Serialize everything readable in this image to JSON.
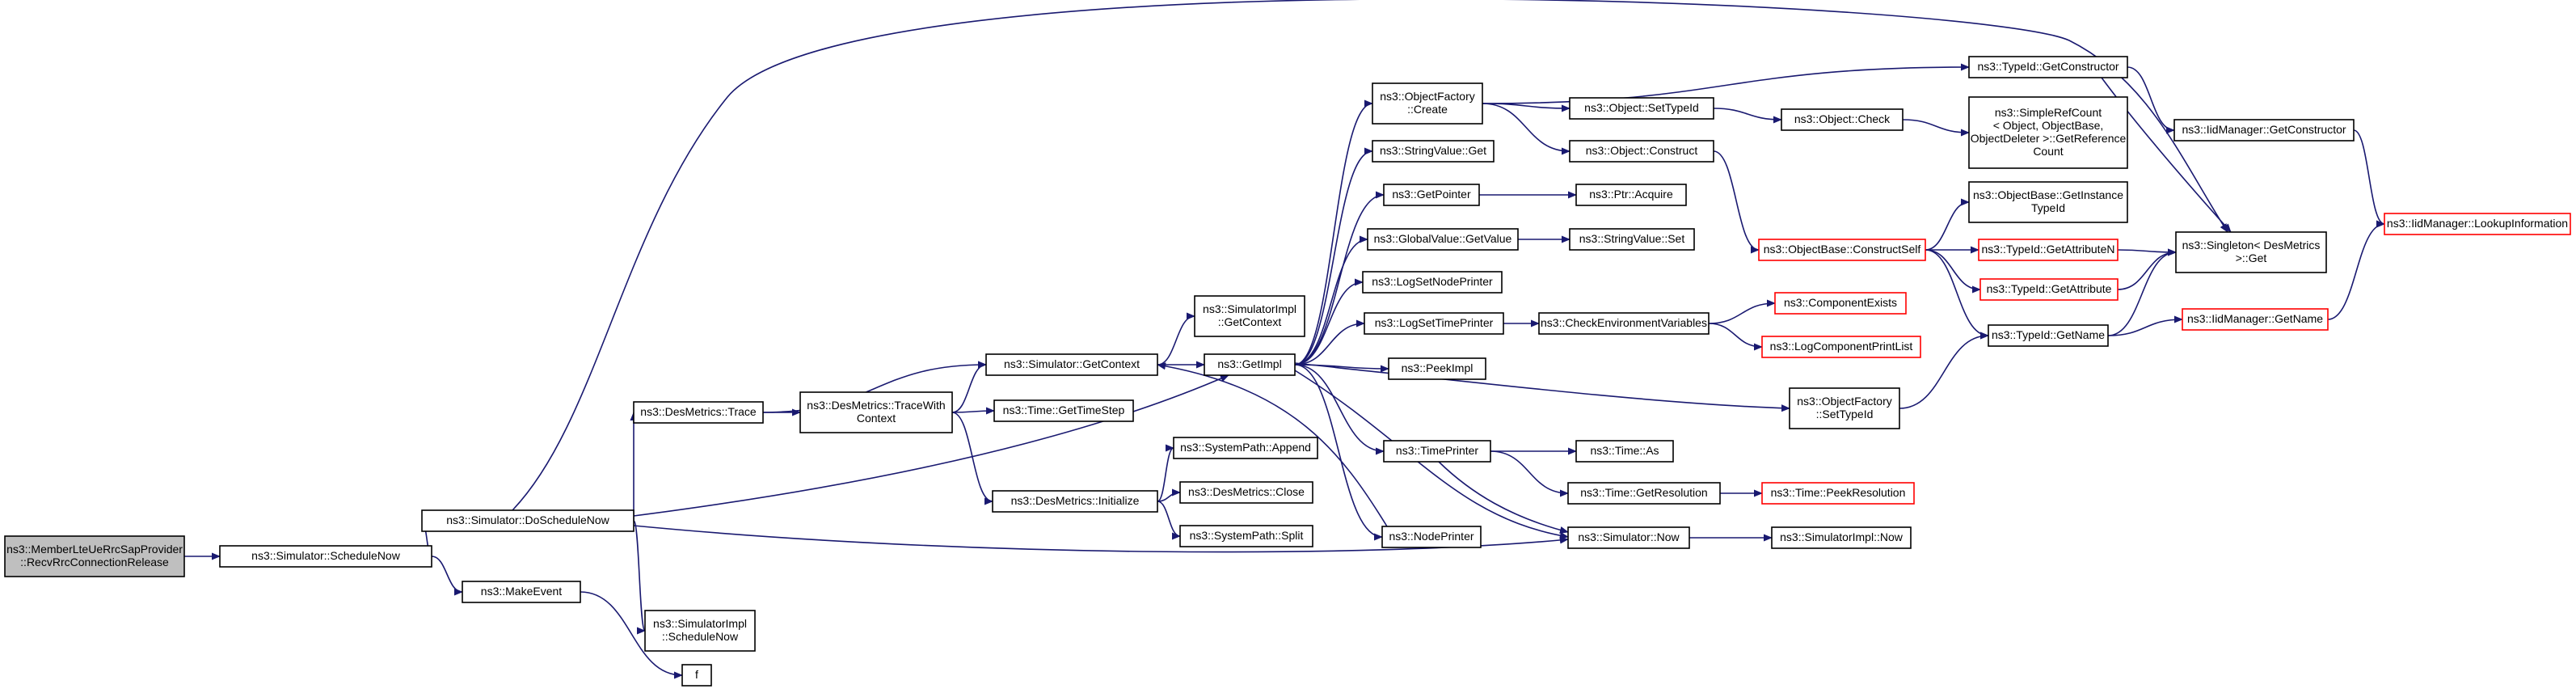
{
  "colors": {
    "edge": "#191970",
    "node_border": "#000000",
    "node_fill": "#ffffff",
    "truncated_border": "#ff0000",
    "root_fill": "#bfbfbf",
    "text": "#000000"
  },
  "nodes": [
    {
      "id": "root",
      "lines": [
        "ns3::MemberLteUeRrcSapProvider",
        "::RecvRrcConnectionRelease"
      ],
      "style": "root"
    },
    {
      "id": "sched_now",
      "lines": [
        "ns3::Simulator::ScheduleNow"
      ],
      "style": "normal"
    },
    {
      "id": "do_sched_now",
      "lines": [
        "ns3::Simulator::DoScheduleNow"
      ],
      "style": "normal"
    },
    {
      "id": "make_event",
      "lines": [
        "ns3::MakeEvent"
      ],
      "style": "normal"
    },
    {
      "id": "f",
      "lines": [
        "f"
      ],
      "style": "normal"
    },
    {
      "id": "des_trace",
      "lines": [
        "ns3::DesMetrics::Trace"
      ],
      "style": "normal"
    },
    {
      "id": "simimpl_sched_now",
      "lines": [
        "ns3::SimulatorImpl",
        "::ScheduleNow"
      ],
      "style": "normal"
    },
    {
      "id": "des_trace_ctx",
      "lines": [
        "ns3::DesMetrics::TraceWith",
        "Context"
      ],
      "style": "normal"
    },
    {
      "id": "sim_get_ctx",
      "lines": [
        "ns3::Simulator::GetContext"
      ],
      "style": "normal"
    },
    {
      "id": "des_init",
      "lines": [
        "ns3::DesMetrics::Initialize"
      ],
      "style": "normal"
    },
    {
      "id": "simimpl_get_ctx",
      "lines": [
        "ns3::SimulatorImpl",
        "::GetContext"
      ],
      "style": "normal"
    },
    {
      "id": "time_get_step",
      "lines": [
        "ns3::Time::GetTimeStep"
      ],
      "style": "normal"
    },
    {
      "id": "sp_append",
      "lines": [
        "ns3::SystemPath::Append"
      ],
      "style": "normal"
    },
    {
      "id": "des_close",
      "lines": [
        "ns3::DesMetrics::Close"
      ],
      "style": "normal"
    },
    {
      "id": "sp_split",
      "lines": [
        "ns3::SystemPath::Split"
      ],
      "style": "normal"
    },
    {
      "id": "get_impl",
      "lines": [
        "ns3::GetImpl"
      ],
      "style": "normal"
    },
    {
      "id": "of_create",
      "lines": [
        "ns3::ObjectFactory",
        "::Create"
      ],
      "style": "normal"
    },
    {
      "id": "sv_get",
      "lines": [
        "ns3::StringValue::Get"
      ],
      "style": "normal"
    },
    {
      "id": "get_pointer",
      "lines": [
        "ns3::GetPointer"
      ],
      "style": "normal"
    },
    {
      "id": "gv_get_value",
      "lines": [
        "ns3::GlobalValue::GetValue"
      ],
      "style": "normal"
    },
    {
      "id": "log_set_node",
      "lines": [
        "ns3::LogSetNodePrinter"
      ],
      "style": "normal"
    },
    {
      "id": "log_set_time",
      "lines": [
        "ns3::LogSetTimePrinter"
      ],
      "style": "normal"
    },
    {
      "id": "peek_impl",
      "lines": [
        "ns3::PeekImpl"
      ],
      "style": "normal"
    },
    {
      "id": "time_printer",
      "lines": [
        "ns3::TimePrinter"
      ],
      "style": "normal"
    },
    {
      "id": "node_printer",
      "lines": [
        "ns3::NodePrinter"
      ],
      "style": "normal"
    },
    {
      "id": "tid_get_ctor",
      "lines": [
        "ns3::TypeId::GetConstructor"
      ],
      "style": "normal"
    },
    {
      "id": "obj_set_tid",
      "lines": [
        "ns3::Object::SetTypeId"
      ],
      "style": "normal"
    },
    {
      "id": "obj_construct",
      "lines": [
        "ns3::Object::Construct"
      ],
      "style": "normal"
    },
    {
      "id": "obj_check",
      "lines": [
        "ns3::Object::Check"
      ],
      "style": "normal"
    },
    {
      "id": "simple_ref",
      "lines": [
        "ns3::SimpleRefCount",
        "< Object, ObjectBase,",
        "ObjectDeleter >::GetReference",
        "Count"
      ],
      "style": "normal"
    },
    {
      "id": "ptr_acquire",
      "lines": [
        "ns3::Ptr::Acquire"
      ],
      "style": "normal"
    },
    {
      "id": "sv_set",
      "lines": [
        "ns3::StringValue::Set"
      ],
      "style": "normal"
    },
    {
      "id": "check_env",
      "lines": [
        "ns3::CheckEnvironmentVariables"
      ],
      "style": "normal"
    },
    {
      "id": "comp_exists",
      "lines": [
        "ns3::ComponentExists"
      ],
      "style": "truncated"
    },
    {
      "id": "log_comp_print",
      "lines": [
        "ns3::LogComponentPrintList"
      ],
      "style": "truncated"
    },
    {
      "id": "ob_construct_self",
      "lines": [
        "ns3::ObjectBase::ConstructSelf"
      ],
      "style": "truncated"
    },
    {
      "id": "ob_get_inst_tid",
      "lines": [
        "ns3::ObjectBase::GetInstance",
        "TypeId"
      ],
      "style": "normal"
    },
    {
      "id": "tid_get_attr_n",
      "lines": [
        "ns3::TypeId::GetAttributeN"
      ],
      "style": "truncated"
    },
    {
      "id": "tid_get_attr",
      "lines": [
        "ns3::TypeId::GetAttribute"
      ],
      "style": "truncated"
    },
    {
      "id": "tid_get_name",
      "lines": [
        "ns3::TypeId::GetName"
      ],
      "style": "normal"
    },
    {
      "id": "of_set_tid",
      "lines": [
        "ns3::ObjectFactory",
        "::SetTypeId"
      ],
      "style": "normal"
    },
    {
      "id": "time_as",
      "lines": [
        "ns3::Time::As"
      ],
      "style": "normal"
    },
    {
      "id": "time_get_res",
      "lines": [
        "ns3::Time::GetResolution"
      ],
      "style": "normal"
    },
    {
      "id": "time_peek_res",
      "lines": [
        "ns3::Time::PeekResolution"
      ],
      "style": "truncated"
    },
    {
      "id": "sim_now",
      "lines": [
        "ns3::Simulator::Now"
      ],
      "style": "normal"
    },
    {
      "id": "simimpl_now",
      "lines": [
        "ns3::SimulatorImpl::Now"
      ],
      "style": "normal"
    },
    {
      "id": "iid_get_ctor",
      "lines": [
        "ns3::IidManager::GetConstructor"
      ],
      "style": "normal"
    },
    {
      "id": "singleton_get",
      "lines": [
        "ns3::Singleton< DesMetrics",
        ">::Get"
      ],
      "style": "normal"
    },
    {
      "id": "iid_get_name",
      "lines": [
        "ns3::IidManager::GetName"
      ],
      "style": "truncated"
    },
    {
      "id": "iid_lookup",
      "lines": [
        "ns3::IidManager::LookupInformation"
      ],
      "style": "truncated"
    }
  ],
  "edges": [
    [
      "root",
      "sched_now"
    ],
    [
      "sched_now",
      "do_sched_now"
    ],
    [
      "sched_now",
      "make_event"
    ],
    [
      "make_event",
      "f"
    ],
    [
      "do_sched_now",
      "des_trace"
    ],
    [
      "do_sched_now",
      "simimpl_sched_now"
    ],
    [
      "do_sched_now",
      "get_impl"
    ],
    [
      "do_sched_now",
      "sim_now"
    ],
    [
      "do_sched_now",
      "singleton_get"
    ],
    [
      "des_trace",
      "des_trace_ctx"
    ],
    [
      "des_trace",
      "sim_get_ctx"
    ],
    [
      "des_trace_ctx",
      "sim_get_ctx"
    ],
    [
      "des_trace_ctx",
      "time_get_step"
    ],
    [
      "des_trace_ctx",
      "des_init"
    ],
    [
      "des_init",
      "sp_append"
    ],
    [
      "des_init",
      "des_close"
    ],
    [
      "des_init",
      "sp_split"
    ],
    [
      "sim_get_ctx",
      "simimpl_get_ctx"
    ],
    [
      "sim_get_ctx",
      "get_impl"
    ],
    [
      "get_impl",
      "of_create"
    ],
    [
      "get_impl",
      "sv_get"
    ],
    [
      "get_impl",
      "get_pointer"
    ],
    [
      "get_impl",
      "gv_get_value"
    ],
    [
      "get_impl",
      "log_set_node"
    ],
    [
      "get_impl",
      "log_set_time"
    ],
    [
      "get_impl",
      "peek_impl"
    ],
    [
      "get_impl",
      "time_printer"
    ],
    [
      "get_impl",
      "node_printer"
    ],
    [
      "get_impl",
      "of_set_tid"
    ],
    [
      "get_impl",
      "sim_now"
    ],
    [
      "node_printer",
      "sim_get_ctx"
    ],
    [
      "of_create",
      "tid_get_ctor"
    ],
    [
      "of_create",
      "obj_set_tid"
    ],
    [
      "of_create",
      "obj_construct"
    ],
    [
      "obj_set_tid",
      "obj_check"
    ],
    [
      "obj_check",
      "simple_ref"
    ],
    [
      "obj_construct",
      "ob_construct_self"
    ],
    [
      "get_pointer",
      "ptr_acquire"
    ],
    [
      "gv_get_value",
      "sv_set"
    ],
    [
      "log_set_time",
      "check_env"
    ],
    [
      "check_env",
      "comp_exists"
    ],
    [
      "check_env",
      "log_comp_print"
    ],
    [
      "ob_construct_self",
      "ob_get_inst_tid"
    ],
    [
      "ob_construct_self",
      "tid_get_attr_n"
    ],
    [
      "ob_construct_self",
      "tid_get_attr"
    ],
    [
      "ob_construct_self",
      "tid_get_name"
    ],
    [
      "tid_get_attr_n",
      "singleton_get"
    ],
    [
      "tid_get_attr",
      "singleton_get"
    ],
    [
      "tid_get_name",
      "singleton_get"
    ],
    [
      "tid_get_name",
      "iid_get_name"
    ],
    [
      "of_set_tid",
      "tid_get_name"
    ],
    [
      "time_printer",
      "time_as"
    ],
    [
      "time_printer",
      "time_get_res"
    ],
    [
      "time_printer",
      "sim_now"
    ],
    [
      "time_get_res",
      "time_peek_res"
    ],
    [
      "sim_now",
      "simimpl_now"
    ],
    [
      "tid_get_ctor",
      "iid_get_ctor"
    ],
    [
      "tid_get_ctor",
      "singleton_get"
    ],
    [
      "iid_get_ctor",
      "iid_lookup"
    ],
    [
      "iid_get_name",
      "iid_lookup"
    ]
  ]
}
